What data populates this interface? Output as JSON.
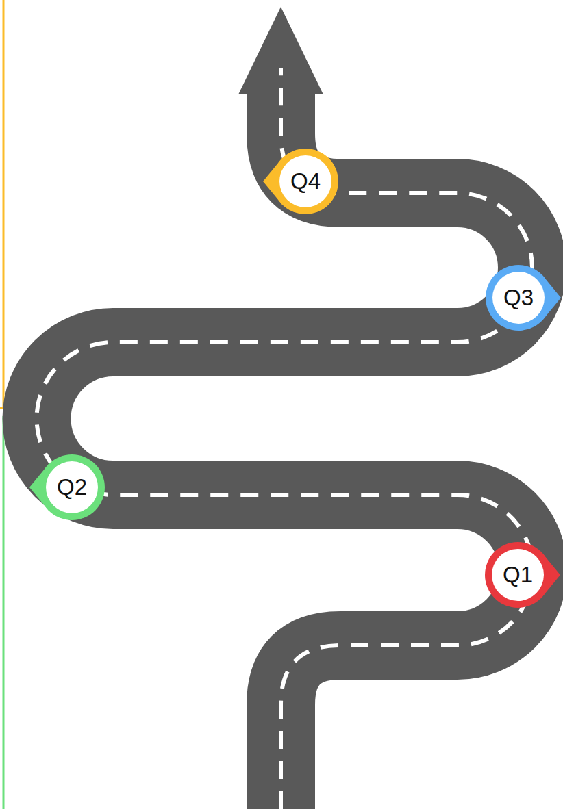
{
  "diagram": {
    "nodes": [
      {
        "text": [
          "Q1"
        ]
      },
      {
        "text": [
          "Q2"
        ]
      },
      {
        "text": [
          "Q3"
        ]
      },
      {
        "text": [
          "Q4"
        ]
      }
    ]
  }
}
